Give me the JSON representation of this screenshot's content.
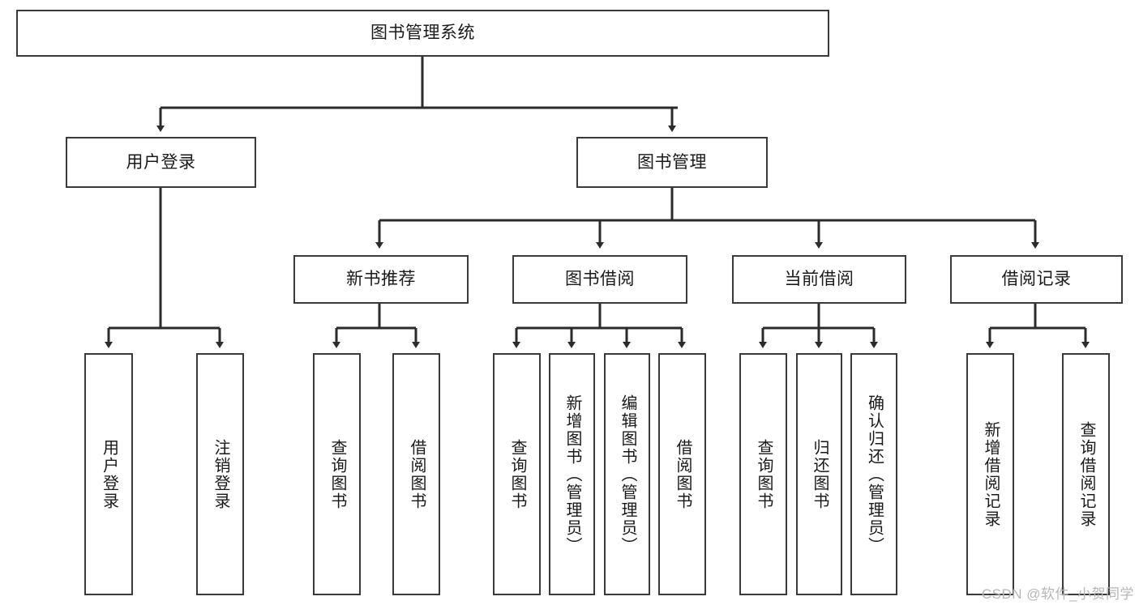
{
  "diagram": {
    "title": "图书管理系统",
    "type": "tree-hierarchy",
    "watermark": "CSDN @软件_小贺同学",
    "colors": {
      "box_border": "#3a3a3a",
      "box_fill": "#ffffff",
      "connector": "#2b2b2b",
      "text": "#1a1a1a",
      "watermark": "#b6b6b6"
    },
    "levels": {
      "root": {
        "label": "图书管理系统"
      },
      "level2": [
        {
          "label": "用户登录"
        },
        {
          "label": "图书管理"
        }
      ],
      "level3": [
        {
          "label": "新书推荐"
        },
        {
          "label": "图书借阅"
        },
        {
          "label": "当前借阅"
        },
        {
          "label": "借阅记录"
        }
      ],
      "leaves": [
        {
          "label": "用户登录",
          "parent": "用户登录"
        },
        {
          "label": "注销登录",
          "parent": "用户登录"
        },
        {
          "label": "查询图书",
          "parent": "新书推荐"
        },
        {
          "label": "借阅图书",
          "parent": "新书推荐"
        },
        {
          "label": "查询图书",
          "parent": "图书借阅"
        },
        {
          "label": "新增图书（管理员）",
          "parent": "图书借阅"
        },
        {
          "label": "编辑图书（管理员）",
          "parent": "图书借阅"
        },
        {
          "label": "借阅图书",
          "parent": "图书借阅"
        },
        {
          "label": "查询图书",
          "parent": "当前借阅"
        },
        {
          "label": "归还图书",
          "parent": "当前借阅"
        },
        {
          "label": "确认归还（管理员）",
          "parent": "当前借阅"
        },
        {
          "label": "新增借阅记录",
          "parent": "借阅记录"
        },
        {
          "label": "查询借阅记录",
          "parent": "借阅记录"
        }
      ]
    }
  }
}
